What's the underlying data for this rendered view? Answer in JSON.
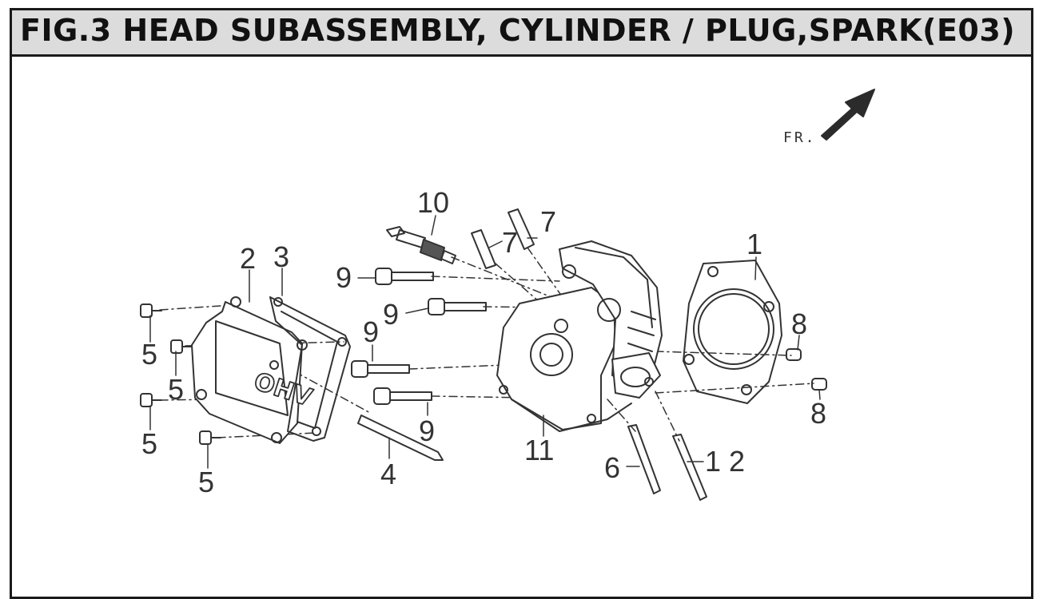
{
  "title": "FIG.3 HEAD SUBASSEMBLY, CYLINDER / PLUG,SPARK(E03)",
  "direction": {
    "label": "FR.",
    "icon": "front-direction-arrow-icon"
  },
  "cover_marking": "OHV",
  "callouts": {
    "c1": "1",
    "c2": "2",
    "c3": "3",
    "c4": "4",
    "c5a": "5",
    "c5b": "5",
    "c5c": "5",
    "c5d": "5",
    "c6": "6",
    "c7a": "7",
    "c7b": "7",
    "c8a": "8",
    "c8b": "8",
    "c9a": "9",
    "c9b": "9",
    "c9c": "9",
    "c9d": "9",
    "c10": "10",
    "c11": "11",
    "c12": "1 2"
  },
  "colors": {
    "line": "#333333",
    "title_bg": "#dcdcdc",
    "border": "#1a1a1a"
  }
}
